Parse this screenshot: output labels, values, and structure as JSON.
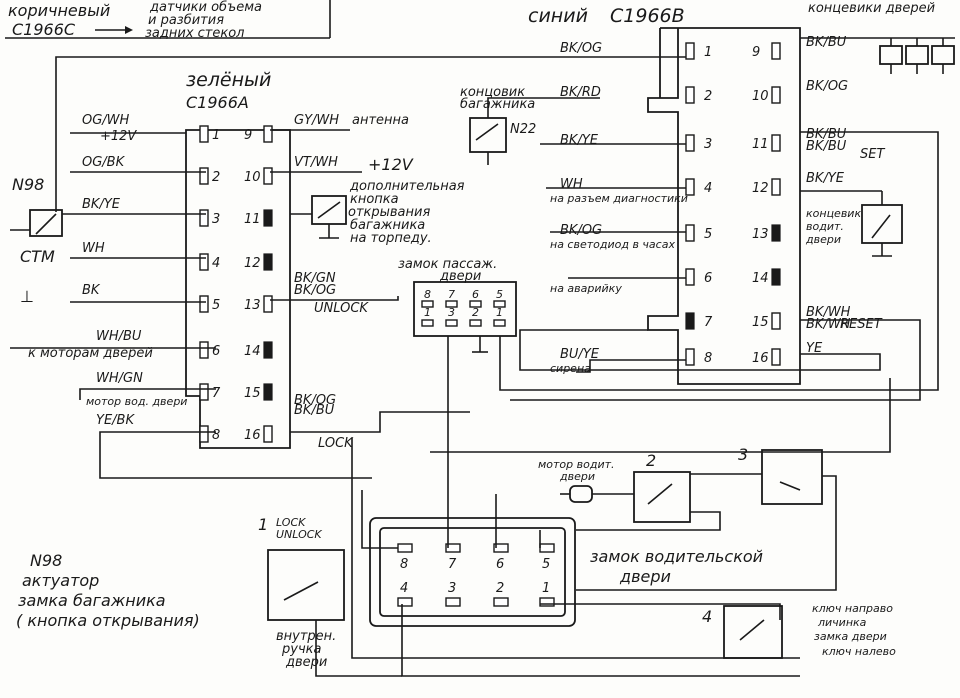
{
  "legend": {
    "brown": "коричневый",
    "brown_code": "C1966C",
    "brown_desc": [
      "датчики объема",
      "и разбития",
      "задних стекол"
    ]
  },
  "blue_connector": {
    "title": "синий",
    "code": "C1966B",
    "left_labels": [
      "BK/OG",
      "BK/RD",
      "BK/YE",
      "WH",
      "BK/OG",
      "",
      "",
      "BU/YE"
    ],
    "left_notes": {
      "2": "концовик багажника",
      "4": "на разъем диагностики",
      "5": "на светодиод в часах",
      "6": "на аварийку",
      "8": "сирена"
    },
    "left_pins": [
      "1",
      "2",
      "3",
      "4",
      "5",
      "6",
      "7",
      "8"
    ],
    "right_pins": [
      "9",
      "10",
      "11",
      "12",
      "13",
      "14",
      "15",
      "16"
    ],
    "right_labels": [
      "BK/BU",
      "BK/OG",
      "BK/BU",
      "BK/YE",
      "",
      "",
      "BK/WH",
      "YE"
    ],
    "right_labels_extra": {
      "11": "BK/BU",
      "15": "BK/WH"
    },
    "door_switches": "концевики дверей",
    "driver_switch": "концевик водит. двери",
    "set": "SET",
    "reset": "RESET",
    "n22": "N22"
  },
  "green_connector": {
    "title": "зелёный",
    "code": "C1966A",
    "left_pins": [
      "1",
      "2",
      "3",
      "4",
      "5",
      "6",
      "7",
      "8"
    ],
    "right_pins": [
      "9",
      "10",
      "11",
      "12",
      "13",
      "14",
      "15",
      "16"
    ],
    "left_labels": [
      "OG/WH",
      "OG/BK",
      "BK/YE",
      "WH",
      "BK",
      "WH/BU",
      "WH/GN",
      "YE/BK"
    ],
    "left_12v": "+12V",
    "left_notes": {
      "3": "N98",
      "4": "CTM",
      "6": "к моторам дверей",
      "7": "мотор вод. двери"
    },
    "right_labels": [
      "GY/WH",
      "VT/WH",
      "",
      "",
      "BK/GN",
      "",
      "",
      "BK/OG"
    ],
    "right_labels_extra": {
      "13": "BK/OG",
      "16": "BK/BU"
    },
    "antenna": "антенна",
    "plus12": "+12V",
    "trunk_button": [
      "дополнительная",
      "кнопка",
      "открывания",
      "багажника",
      "на торпеду."
    ],
    "unlock": "UNLOCK",
    "lock": "LOCK"
  },
  "passenger_lock": {
    "title": [
      "замок пассаж.",
      "двери"
    ],
    "top_pins": [
      "8",
      "7",
      "6",
      "5"
    ],
    "bottom_pins": [
      "1",
      "3",
      "2",
      "1"
    ]
  },
  "driver_lock": {
    "title": [
      "замок водительской",
      "двери"
    ],
    "top_pins": [
      "8",
      "7",
      "6",
      "5"
    ],
    "bottom_pins": [
      "4",
      "3",
      "2",
      "1"
    ],
    "motor": [
      "мотор водит.",
      "двери"
    ],
    "lock_unlock": [
      "LOCK",
      "UNLOCK"
    ],
    "num1": "1",
    "num2": "2",
    "num3": "3",
    "num4": "4",
    "inner_handle": [
      "внутрен.",
      "ручка",
      "двери"
    ],
    "key": [
      "ключ направо",
      "личинка",
      "замка двери",
      "ключ налево"
    ]
  },
  "n98": {
    "title": "N98",
    "lines": [
      "актуатор",
      "замка багажника",
      "( кнопка открывания)"
    ]
  }
}
